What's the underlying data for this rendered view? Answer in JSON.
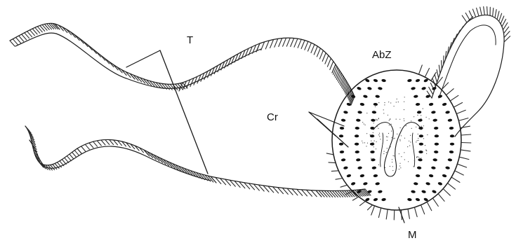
{
  "labels": {
    "tentacle": "T",
    "aboral_zone": "AbZ",
    "comb_rows": "Cr",
    "mouth": "M"
  },
  "colors": {
    "ink": "#1a1a1a",
    "background": "#ffffff"
  }
}
